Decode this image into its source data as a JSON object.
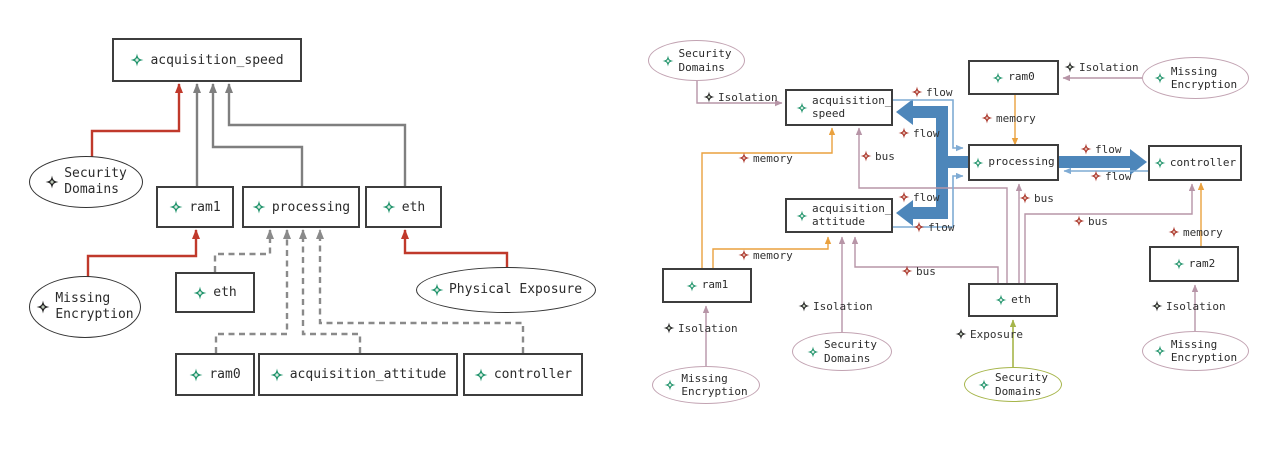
{
  "labels": {
    "flow": "flow",
    "bus": "bus",
    "memory": "memory",
    "isolation": "Isolation",
    "exposure": "Exposure"
  },
  "left": {
    "nodes": {
      "acq_speed": "acquisition_speed",
      "ram1": "ram1",
      "processing": "processing",
      "eth_mid": "eth",
      "eth_small": "eth",
      "ram0": "ram0",
      "acq_attitude": "acquisition_attitude",
      "controller": "controller"
    },
    "ellipses": {
      "security_domains": "Security\nDomains",
      "missing_encryption": "Missing\nEncryption",
      "physical_exposure": "Physical Exposure"
    }
  },
  "right": {
    "nodes": {
      "acq_speed": "acquisition_\nspeed",
      "ram0": "ram0",
      "processing": "processing",
      "controller": "controller",
      "acq_attitude": "acquisition_\nattitude",
      "ram1": "ram1",
      "eth": "eth",
      "ram2": "ram2"
    },
    "ellipses": {
      "security_domains": "Security\nDomains",
      "missing_encryption": "Missing\nEncryption"
    }
  },
  "colors": {
    "green": {
      "main": "#1b9168",
      "center": "#d8ece1"
    },
    "red": {
      "main": "#a93226",
      "center": "#dcaba1"
    },
    "black": {
      "main": "#1f1f1f",
      "center": "#b9c4b4"
    },
    "edge_red": "#c0392b",
    "edge_gray": "#7f7f7f",
    "edge_dashed_gray": "#8a8a8a",
    "edge_mauve": "#b795a7",
    "edge_orange": "#eaa13e",
    "edge_blue_thick": "#4d86ba",
    "edge_blue_thin": "#7fabd4",
    "edge_yellow_green": "#a6b54a"
  }
}
